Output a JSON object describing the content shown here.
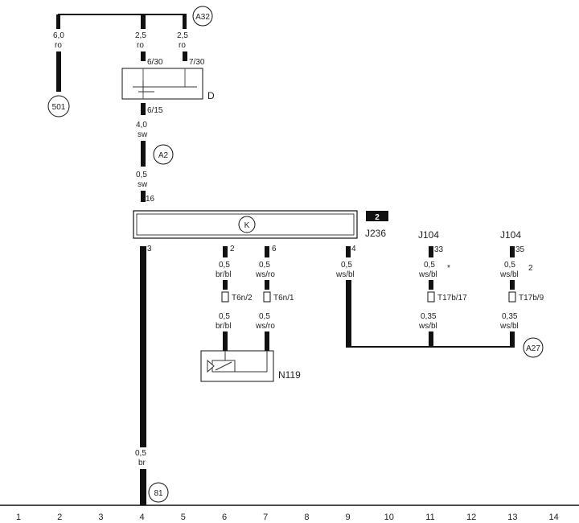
{
  "references": {
    "a32": "A32",
    "r501": "501",
    "a2": "A2",
    "a27": "A27",
    "r81": "81",
    "badge": "2"
  },
  "components": {
    "d": "D",
    "j236": "J236",
    "j104a": "J104",
    "j104b": "J104",
    "n119": "N119",
    "k": "K"
  },
  "wires": {
    "w501_size": "6,0",
    "w501_color": "ro",
    "w4a_size": "2,5",
    "w4a_color": "ro",
    "w5a_size": "2,5",
    "w5a_color": "ro",
    "w4b_size": "4,0",
    "w4b_color": "sw",
    "w4c_size": "0,5",
    "w4c_color": "sw",
    "w6a_size": "0,5",
    "w6a_color": "br/bl",
    "w7a_size": "0,5",
    "w7a_color": "ws/ro",
    "w9a_size": "0,5",
    "w9a_color": "ws/bl",
    "w11a_size": "0,5",
    "w11a_color": "ws/bl",
    "w13a_size": "0,5",
    "w13a_color": "ws/bl",
    "w6b_size": "0,5",
    "w6b_color": "br/bl",
    "w7b_size": "0,5",
    "w7b_color": "ws/ro",
    "w11b_size": "0,35",
    "w11b_color": "ws/bl",
    "w13b_size": "0,35",
    "w13b_color": "ws/bl",
    "w4d_size": "0,5",
    "w4d_color": "br"
  },
  "pins": {
    "p630": "6/30",
    "p730": "7/30",
    "p615": "6/15",
    "p6": "16",
    "j236_3": "3",
    "j236_2": "2",
    "j236_6": "6",
    "j236_4": "4",
    "j104_33": "33",
    "j104_35": "35",
    "t6n2": "T6n/2",
    "t6n1": "T6n/1",
    "t17b17": "T17b/17",
    "t17b9": "T17b/9",
    "star": "*",
    "star2": "2"
  },
  "columns": [
    "1",
    "2",
    "3",
    "4",
    "5",
    "6",
    "7",
    "8",
    "9",
    "10",
    "11",
    "12",
    "13",
    "14"
  ]
}
